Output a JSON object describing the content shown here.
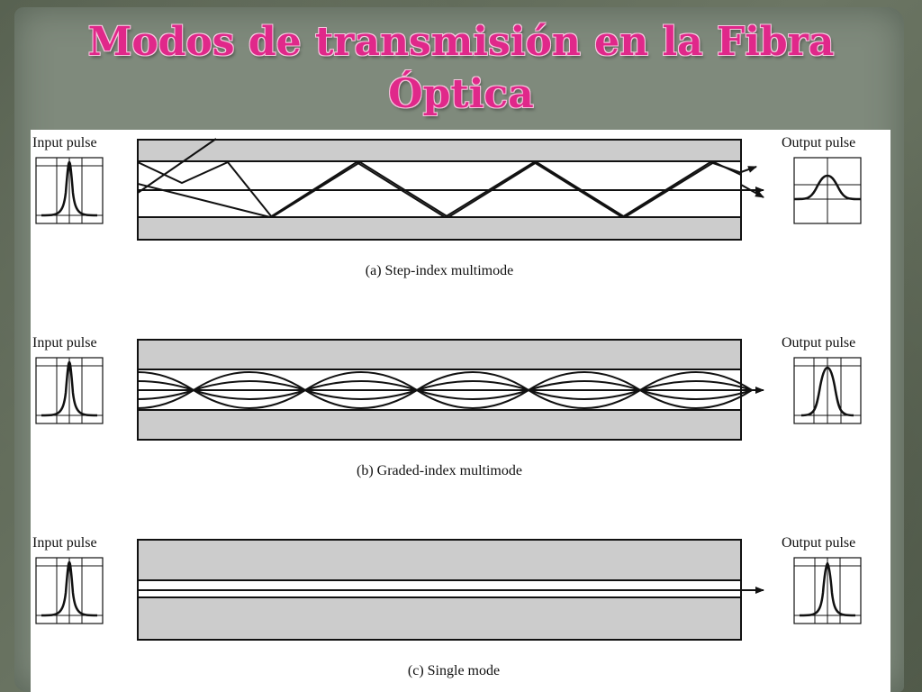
{
  "slide": {
    "title_line1": "Modos de transmisión en la Fibra",
    "title_line2": "Óptica"
  },
  "diagram": {
    "input_label": "Input pulse",
    "output_label": "Output pulse",
    "panels": [
      {
        "id": "a",
        "caption": "(a) Step-index multimode",
        "mode": "step-index-multimode"
      },
      {
        "id": "b",
        "caption": "(b) Graded-index multimode",
        "mode": "graded-index-multimode"
      },
      {
        "id": "c",
        "caption": "(c) Single mode",
        "mode": "single-mode"
      }
    ]
  },
  "colors": {
    "title": "#e0288a",
    "cladding": "#cccccc",
    "core": "#ffffff",
    "ray": "#111111"
  }
}
